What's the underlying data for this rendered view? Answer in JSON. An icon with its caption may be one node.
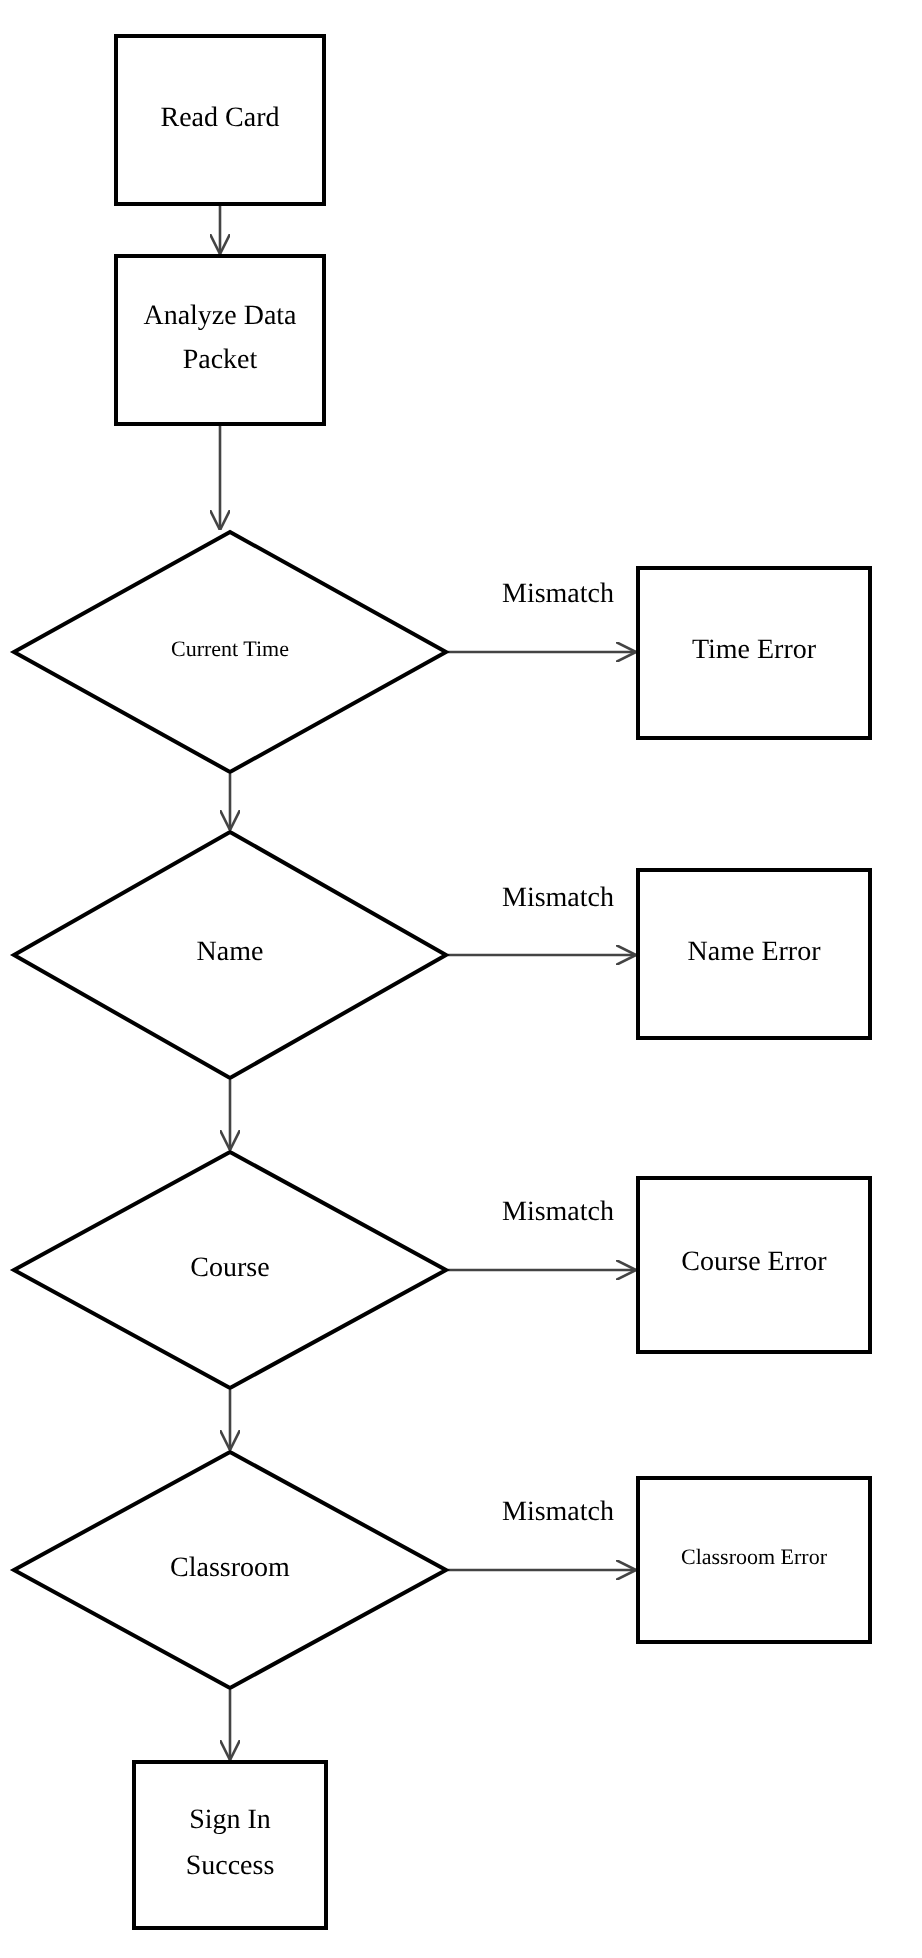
{
  "diagram": {
    "nodes": [
      {
        "text": [
          "Read Card"
        ]
      },
      {
        "text": [
          "Analyze Data Packet"
        ]
      },
      {
        "text": [
          "Current Time"
        ]
      },
      {
        "text": [
          "Time Error"
        ]
      },
      {
        "text": [
          "Name"
        ]
      },
      {
        "text": [
          "Name Error"
        ]
      },
      {
        "text": [
          "Course"
        ]
      },
      {
        "text": [
          "Course Error"
        ]
      },
      {
        "text": [
          "Classroom"
        ]
      },
      {
        "text": [
          "Classroom Error"
        ]
      },
      {
        "text": [
          "Sign In Success"
        ]
      }
    ],
    "edges": [
      {
        "from": 0,
        "to": 1,
        "arrow": "to"
      },
      {
        "from": 1,
        "to": 2,
        "arrow": "to"
      },
      {
        "from": 2,
        "to": 3,
        "arrow": "to",
        "label": "Mismatch"
      },
      {
        "from": 2,
        "to": 4,
        "arrow": "to"
      },
      {
        "from": 4,
        "to": 5,
        "arrow": "to",
        "label": "Mismatch"
      },
      {
        "from": 4,
        "to": 6,
        "arrow": "to"
      },
      {
        "from": 6,
        "to": 7,
        "arrow": "to",
        "label": "Mismatch"
      },
      {
        "from": 6,
        "to": 8,
        "arrow": "to"
      },
      {
        "from": 8,
        "to": 9,
        "arrow": "to",
        "label": "Mismatch"
      },
      {
        "from": 8,
        "to": 10,
        "arrow": "to"
      }
    ]
  }
}
